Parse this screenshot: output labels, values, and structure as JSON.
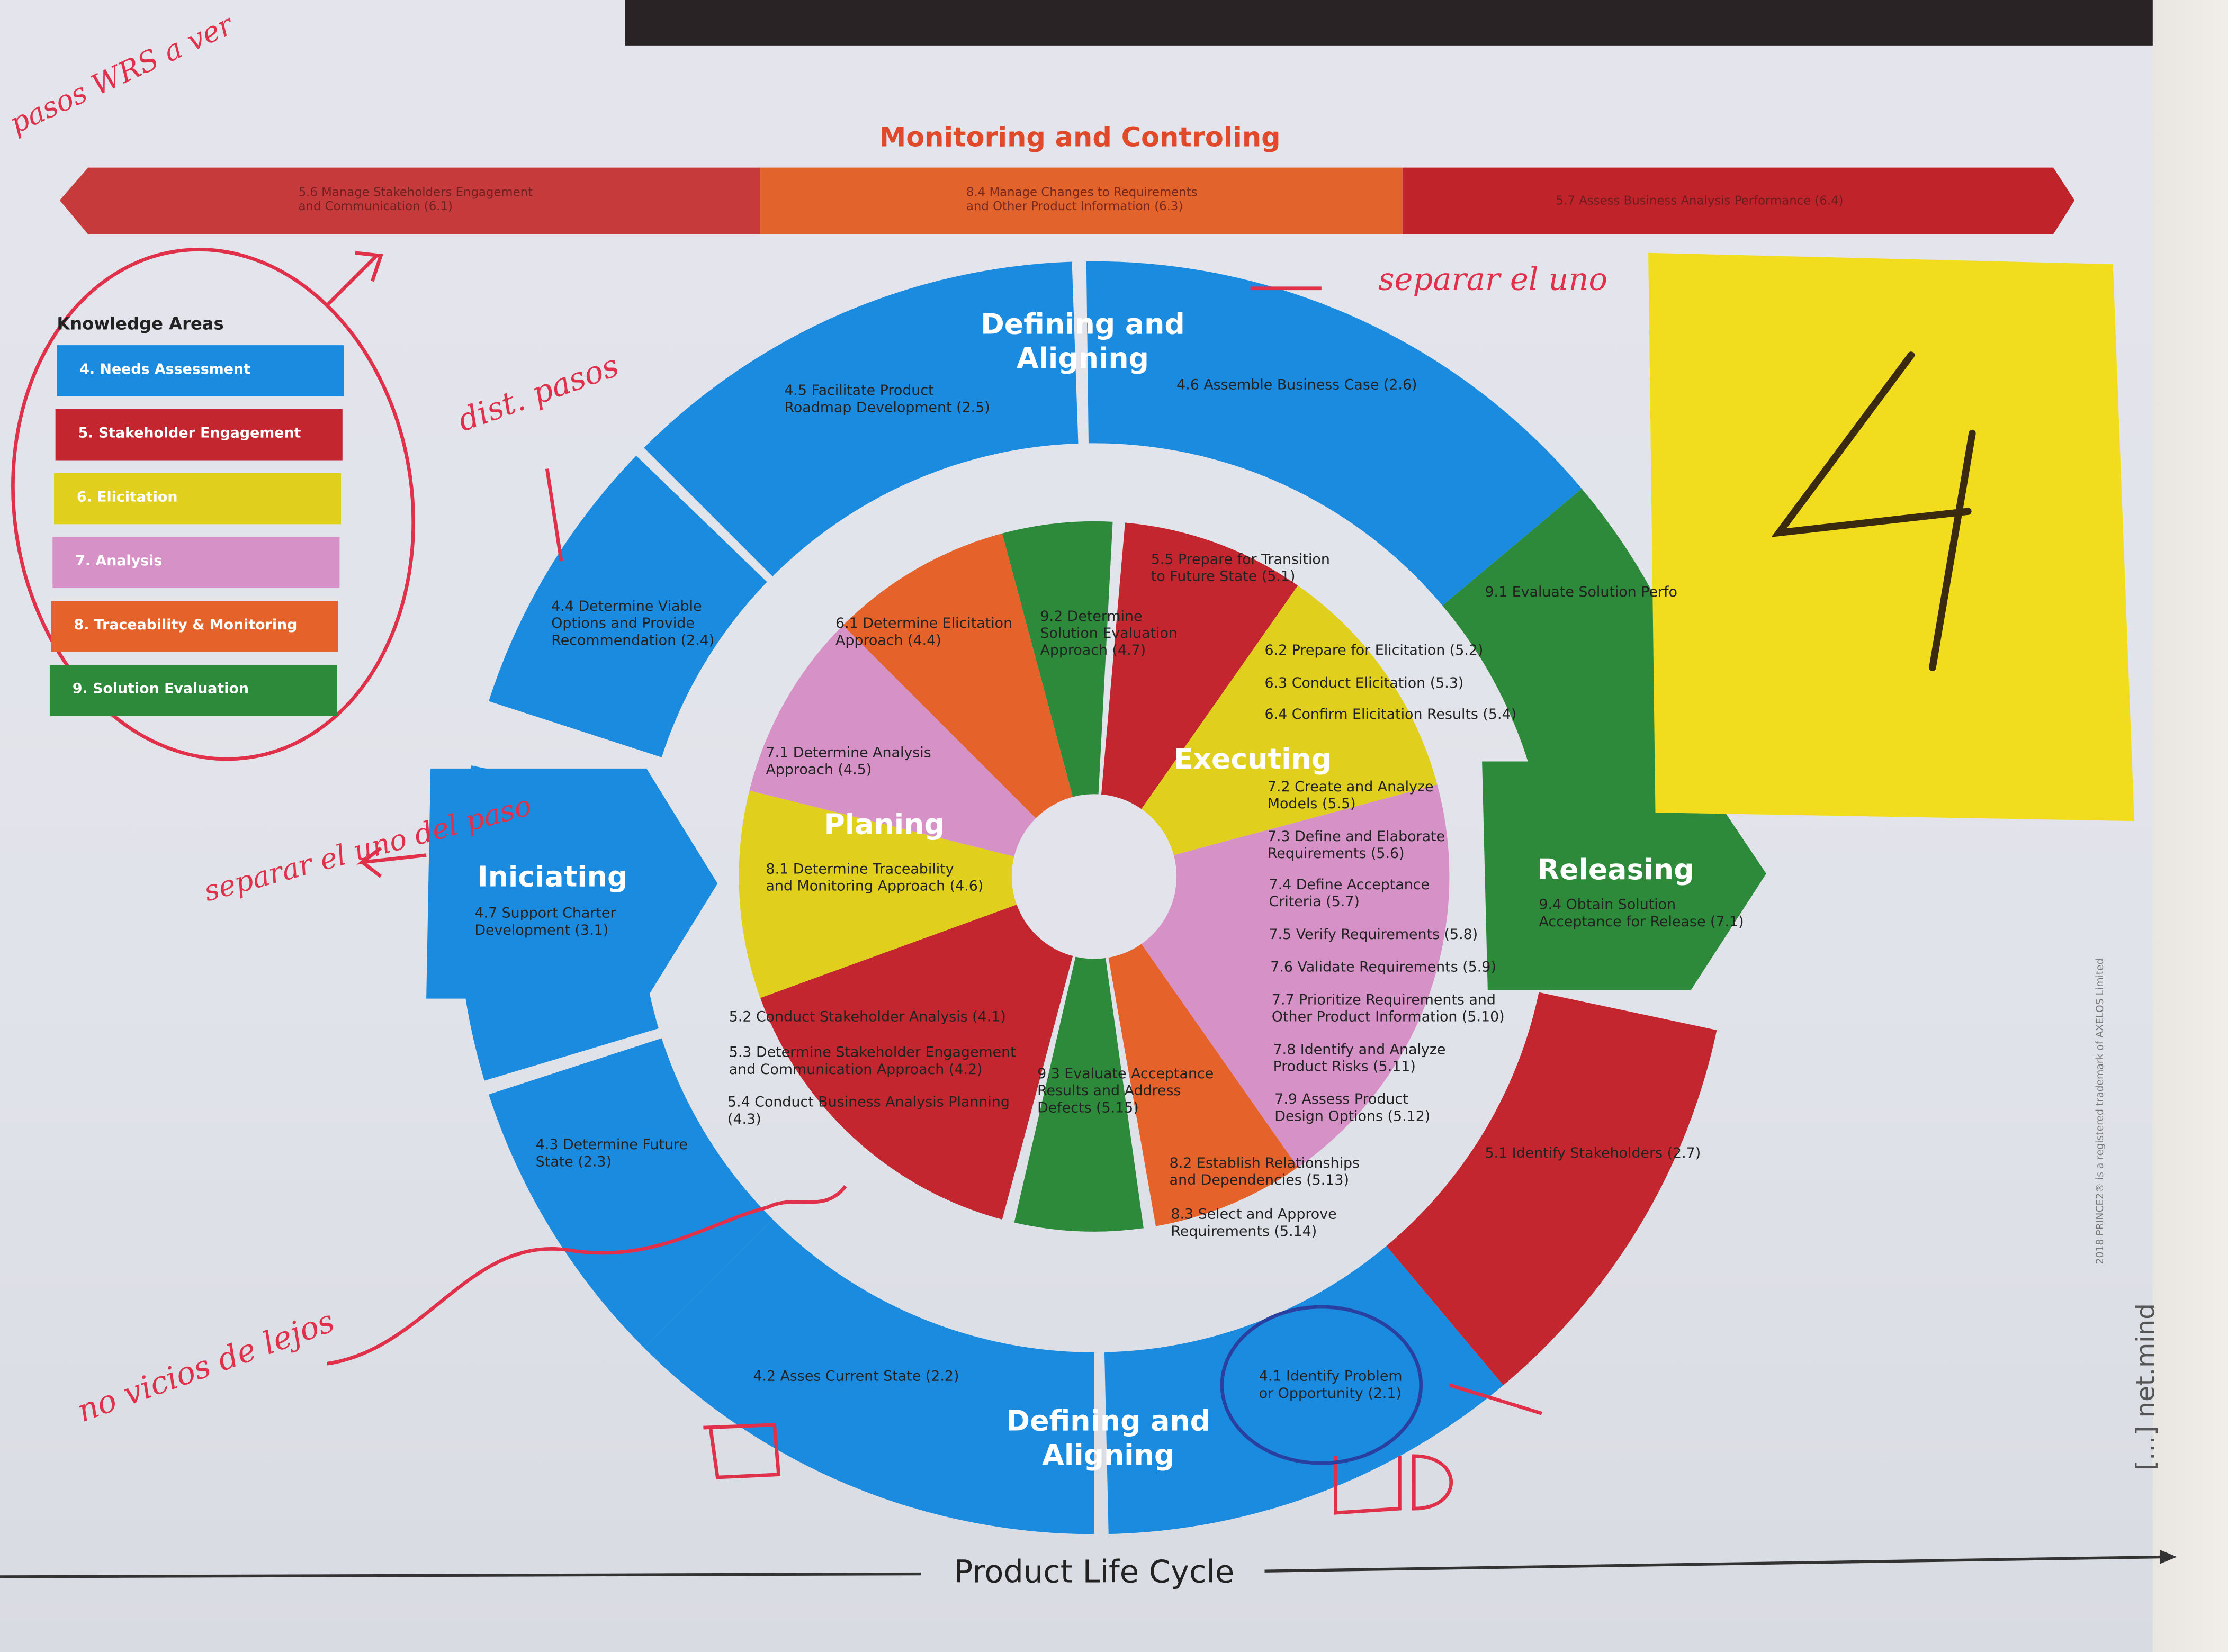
{
  "colors": {
    "needs_assessment": "#1b8be0",
    "stakeholder_engagement": "#c3262f",
    "elicitation": "#e0cf1c",
    "analysis": "#d692c6",
    "traceability_monitoring": "#e5622a",
    "solution_evaluation": "#2d8a3a",
    "title": "#e04a2b",
    "sticky_note": "#f2dc1e",
    "annotation_ink": "#e0304a"
  },
  "monitoring": {
    "title": "Monitoring and Controling",
    "items": [
      {
        "label_1": "5.6 Manage Stakeholders Engagement",
        "label_2": "and Communication (6.1)"
      },
      {
        "label_1": "8.4 Manage Changes to Requirements",
        "label_2": "and Other Product Information (6.3)"
      },
      {
        "label_1": "5.7 Assess Business Analysis Performance (6.4)",
        "label_2": ""
      }
    ]
  },
  "knowledge_areas": {
    "title": "Knowledge Areas",
    "items": [
      {
        "label": "4. Needs Assessment",
        "color": "#1b8be0"
      },
      {
        "label": "5. Stakeholder Engagement",
        "color": "#c3262f"
      },
      {
        "label": "6. Elicitation",
        "color": "#e0cf1c"
      },
      {
        "label": "7. Analysis",
        "color": "#d692c6"
      },
      {
        "label": "8. Traceability & Monitoring",
        "color": "#e5622a"
      },
      {
        "label": "9. Solution Evaluation",
        "color": "#2d8a3a"
      }
    ]
  },
  "phases": {
    "defining_top_1": "Defining and",
    "defining_top_2": "Aligning",
    "defining_bottom_1": "Defining and",
    "defining_bottom_2": "Aligning",
    "iniciating": "Iniciating",
    "releasing": "Releasing",
    "planing": "Planing",
    "executing": "Executing"
  },
  "outer_ring": {
    "t45": [
      "4.5 Facilitate Product",
      "Roadmap Development (2.5)"
    ],
    "t46": [
      "4.6 Assemble Business Case (2.6)"
    ],
    "t44": [
      "4.4 Determine Viable",
      "Options and Provide",
      "Recommendation (2.4)"
    ],
    "t91": [
      "9.1 Evaluate Solution Perfo"
    ],
    "t47": [
      "4.7 Support Charter",
      "Development (3.1)"
    ],
    "t94": [
      "9.4 Obtain Solution",
      "Acceptance for Release (7.1)"
    ],
    "t51": [
      "5.1 Identify Stakeholders (2.7)"
    ],
    "t43": [
      "4.3 Determine Future",
      "State (2.3)"
    ],
    "t42": [
      "4.2 Asses Current State (2.2)"
    ],
    "t41": [
      "4.1 Identify Problem",
      "or Opportunity (2.1)"
    ]
  },
  "inner_pie": {
    "t55": [
      "5.5 Prepare for Transition",
      "to Future State (5.1)"
    ],
    "t92": [
      "9.2 Determine",
      "Solution Evaluation",
      "Approach (4.7)"
    ],
    "t61": [
      "6.1 Determine Elicitation",
      "Approach (4.4)"
    ],
    "t62": [
      "6.2 Prepare for Elicitation (5.2)"
    ],
    "t63": [
      "6.3 Conduct Elicitation (5.3)"
    ],
    "t64": [
      "6.4 Confirm Elicitation Results (5.4)"
    ],
    "t72": [
      "7.2 Create and Analyze",
      "Models (5.5)"
    ],
    "t73": [
      "7.3 Define and Elaborate",
      "Requirements (5.6)"
    ],
    "t74": [
      "7.4 Define Acceptance",
      "Criteria (5.7)"
    ],
    "t75": [
      "7.5 Verify Requirements (5.8)"
    ],
    "t76": [
      "7.6 Validate Requirements (5.9)"
    ],
    "t77": [
      "7.7 Prioritize Requirements and",
      "Other Product Information (5.10)"
    ],
    "t78": [
      "7.8 Identify and Analyze",
      "Product Risks (5.11)"
    ],
    "t79": [
      "7.9 Assess Product",
      "Design Options (5.12)"
    ],
    "t82": [
      "8.2 Establish Relationships",
      "and Dependencies (5.13)"
    ],
    "t83": [
      "8.3 Select and Approve",
      "Requirements (5.14)"
    ],
    "t93": [
      "9.3 Evaluate Acceptance",
      "Results and Address",
      "Defects (5.15)"
    ],
    "t71": [
      "7.1 Determine Analysis",
      "Approach (4.5)"
    ],
    "t81": [
      "8.1 Determine Traceability",
      "and Monitoring Approach (4.6)"
    ],
    "t52": [
      "5.2 Conduct Stakeholder Analysis (4.1)"
    ],
    "t53": [
      "5.3 Determine Stakeholder  Engagement",
      "and Communication Approach (4.2)"
    ],
    "t54": [
      "5.4 Conduct Business Analysis Planning",
      "(4.3)"
    ]
  },
  "footer": {
    "axis_label": "Product Life Cycle",
    "copyright": "2018 PRINCE2® is a registered trademark of AXELOS Limited",
    "logo": "[...] net.mind"
  },
  "sticky_note": {
    "text": "4"
  },
  "annotations": [
    "separar el uno",
    "dist. pasos",
    "separar el uno del paso",
    "no vicios de lejos",
    "pasos WRS a ver"
  ]
}
